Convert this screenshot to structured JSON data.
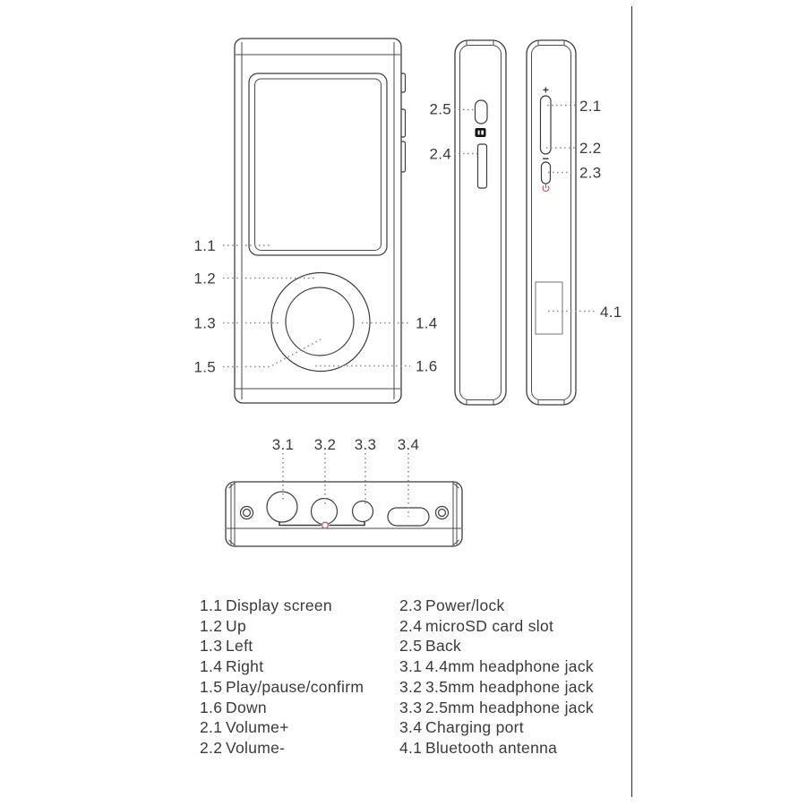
{
  "colors": {
    "outline": "#3c3c3c",
    "leader_dots": "#8f8f8f",
    "text": "#3a3a3a",
    "accent_red": "#b85450",
    "antenna_stroke": "#8a8a8a",
    "page_divider": "#3f3f3f"
  },
  "symbols": {
    "volume_plus": "+",
    "volume_minus": "−",
    "power_icon": "power-standby-glyph",
    "microsd_icon": "microsd-card-glyph"
  },
  "legend": {
    "left": [
      {
        "num": "1.1",
        "text": "Display screen"
      },
      {
        "num": "1.2",
        "text": "Up"
      },
      {
        "num": "1.3",
        "text": "Left"
      },
      {
        "num": "1.4",
        "text": "Right"
      },
      {
        "num": "1.5",
        "text": "Play/pause/confirm"
      },
      {
        "num": "1.6",
        "text": "Down"
      },
      {
        "num": "2.1",
        "text": "Volume+"
      },
      {
        "num": "2.2",
        "text": "Volume-"
      }
    ],
    "right": [
      {
        "num": "2.3",
        "text": "Power/lock"
      },
      {
        "num": "2.4",
        "text": "microSD card slot"
      },
      {
        "num": "2.5",
        "text": "Back"
      },
      {
        "num": "3.1",
        "text": "4.4mm headphone jack"
      },
      {
        "num": "3.2",
        "text": "3.5mm headphone jack"
      },
      {
        "num": "3.3",
        "text": "2.5mm headphone jack"
      },
      {
        "num": "3.4",
        "text": "Charging port"
      },
      {
        "num": "4.1",
        "text": "Bluetooth antenna"
      }
    ]
  }
}
